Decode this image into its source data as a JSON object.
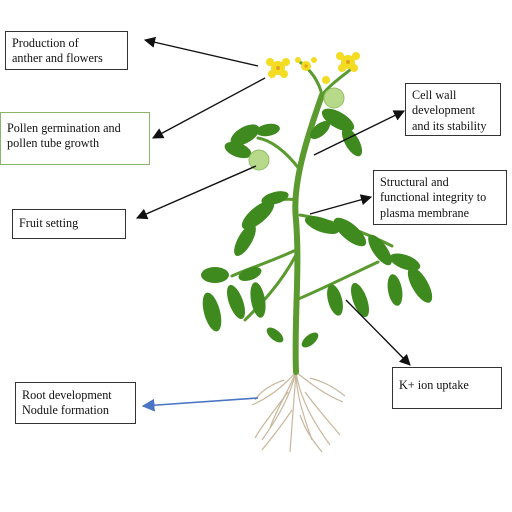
{
  "labels": {
    "production": {
      "line1": "Production of",
      "line2": "anther and flowers"
    },
    "pollen": {
      "line1": "Pollen germination and",
      "line2": "pollen tube growth"
    },
    "cell_wall": {
      "line1": "Cell wall",
      "line2": "development",
      "line3": "and its stability"
    },
    "structural": {
      "line1": "Structural and",
      "line2": "functional integrity to",
      "line3": "plasma membrane"
    },
    "fruit": {
      "line1": "Fruit setting"
    },
    "k_ion": {
      "line1": "K+ ion uptake"
    },
    "root": {
      "line1": "Root development",
      "line2": "Nodule formation"
    }
  },
  "colors": {
    "stem": "#5a9a2e",
    "leaf": "#3f8a1f",
    "flower": "#f3dc22",
    "fruit": "#b7d98a",
    "root": "#c8b79e",
    "arrow": "#111111",
    "root_arrow": "#4a74c4"
  }
}
